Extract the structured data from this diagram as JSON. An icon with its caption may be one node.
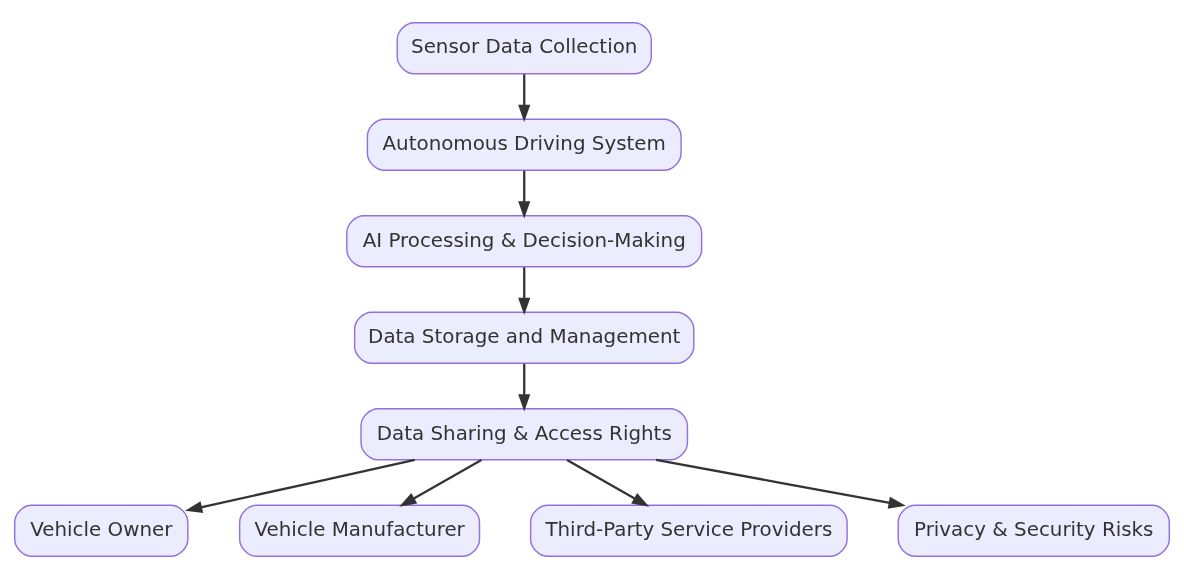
{
  "diagram": {
    "nodes": [
      {
        "text": [
          "Sensor Data Collection"
        ]
      },
      {
        "text": [
          "Autonomous Driving System"
        ]
      },
      {
        "text": [
          "AI Processing & Decision-Making"
        ]
      },
      {
        "text": [
          "Data Storage and Management"
        ]
      },
      {
        "text": [
          "Data Sharing & Access Rights"
        ]
      },
      {
        "text": [
          "Vehicle Owner"
        ]
      },
      {
        "text": [
          "Vehicle Manufacturer"
        ]
      },
      {
        "text": [
          "Third-Party Service Providers"
        ]
      },
      {
        "text": [
          "Privacy & Security Risks"
        ]
      }
    ],
    "edges": [
      {
        "from": 0,
        "to": 1,
        "arrow": "to"
      },
      {
        "from": 1,
        "to": 2,
        "arrow": "to"
      },
      {
        "from": 2,
        "to": 3,
        "arrow": "to"
      },
      {
        "from": 3,
        "to": 4,
        "arrow": "to"
      },
      {
        "from": 4,
        "to": 5,
        "arrow": "to"
      },
      {
        "from": 4,
        "to": 6,
        "arrow": "to"
      },
      {
        "from": 4,
        "to": 7,
        "arrow": "to"
      },
      {
        "from": 4,
        "to": 8,
        "arrow": "to"
      }
    ]
  }
}
